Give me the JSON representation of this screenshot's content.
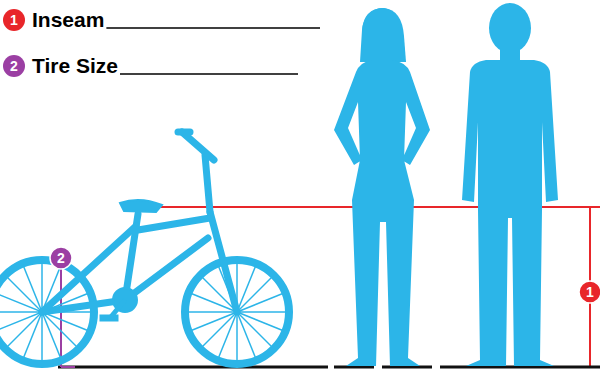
{
  "diagram": {
    "labels": [
      "1",
      "Inseam",
      "2",
      "Tire Size",
      "2",
      "1"
    ]
  }
}
